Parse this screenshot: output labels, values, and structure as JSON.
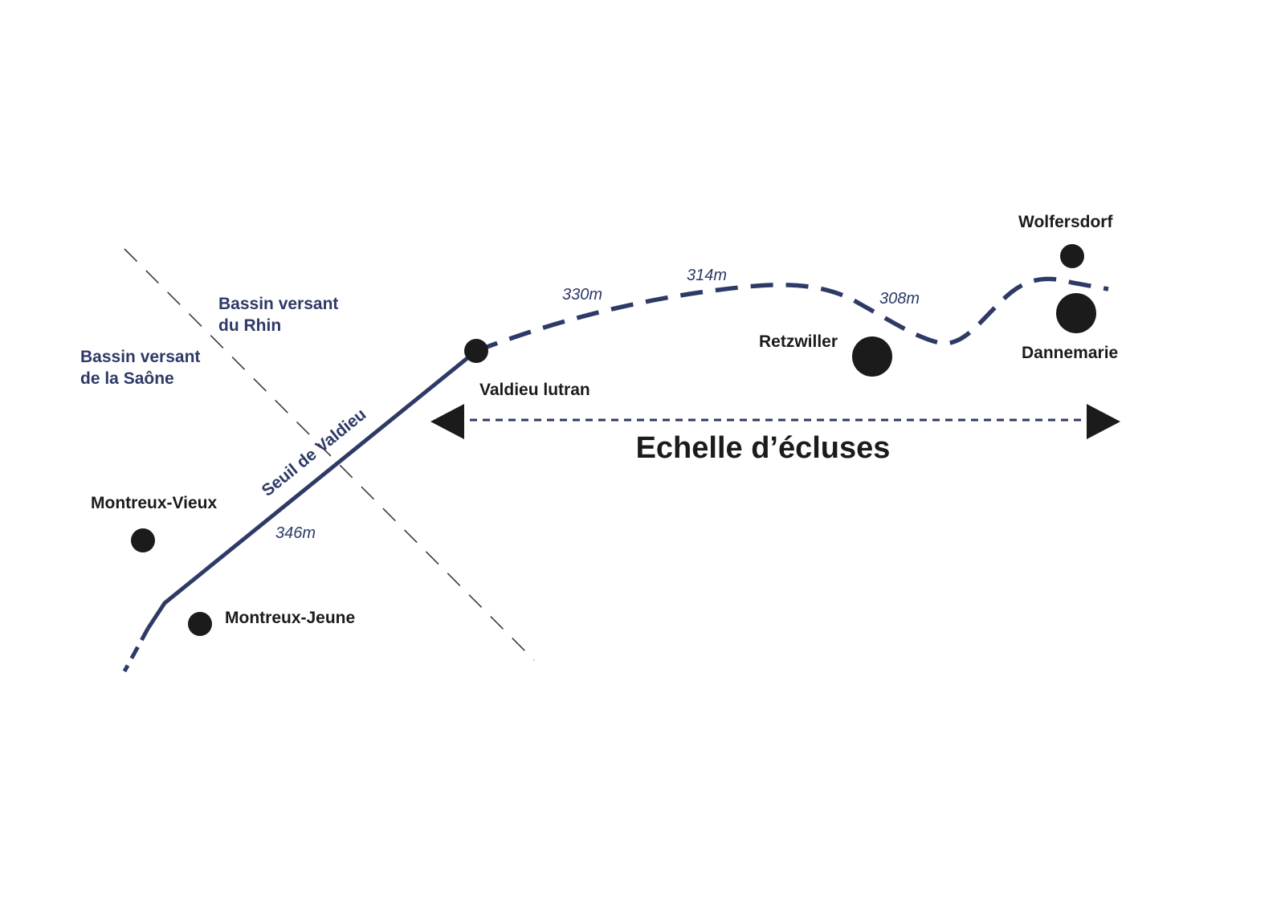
{
  "colors": {
    "canal": "#2e3a66",
    "town": "#1b1b1b",
    "divide": "#3a3a3a"
  },
  "basins": {
    "rhin_line1": "Bassin versant",
    "rhin_line2": "du Rhin",
    "saone_line1": "Bassin versant",
    "saone_line2": "de la Saône"
  },
  "sill_label": "Seuil de Valdieu",
  "altitudes": {
    "a346": "346m",
    "a330": "330m",
    "a314": "314m",
    "a308": "308m"
  },
  "towns": {
    "montreux_vieux": "Montreux-Vieux",
    "montreux_jeune": "Montreux-Jeune",
    "valdieu": "Valdieu lutran",
    "retzwiller": "Retzwiller",
    "wolfersdorf": "Wolfersdorf",
    "dannemarie": "Dannemarie"
  },
  "lock_ladder_label": "Echelle d’écluses"
}
